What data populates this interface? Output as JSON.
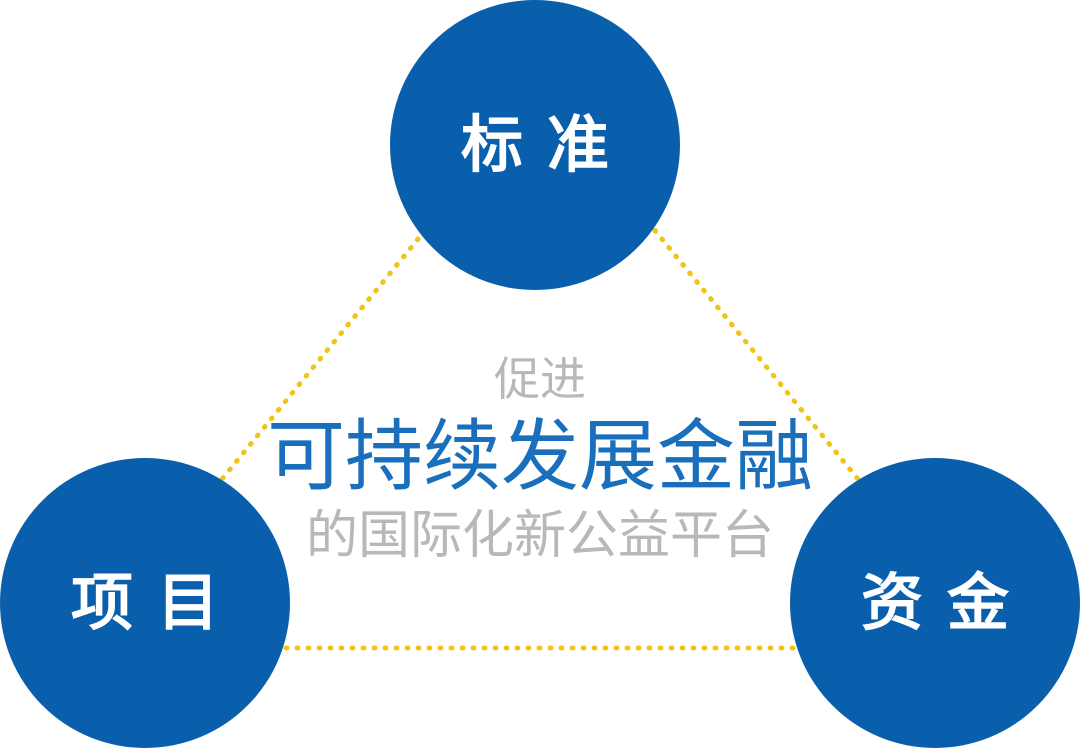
{
  "colors": {
    "node_fill": "#0a5fad",
    "connector": "#f0c419",
    "headline": "#1a6fbd",
    "caption": "#b8b8b8"
  },
  "nodes": {
    "top": {
      "label": "标准"
    },
    "left": {
      "label": "项目"
    },
    "right": {
      "label": "资金"
    }
  },
  "center": {
    "line_1": "促进",
    "line_2": "可持续发展金融",
    "line_3": "的国际化新公益平台"
  }
}
